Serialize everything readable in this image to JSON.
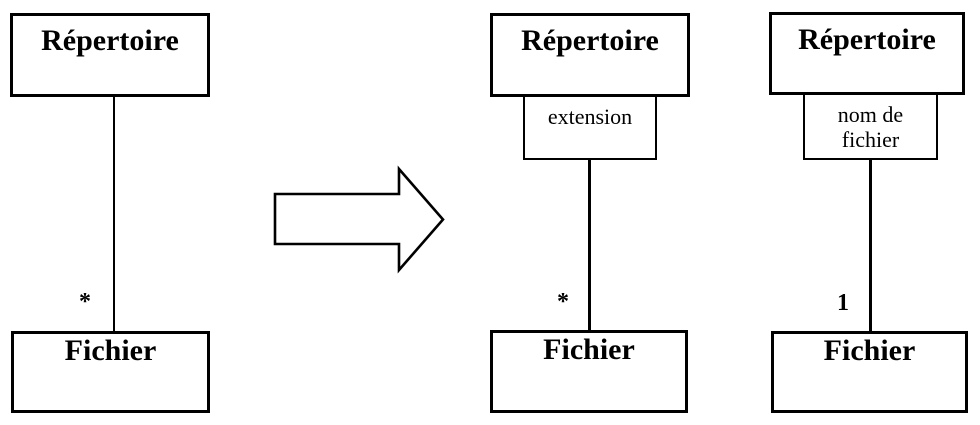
{
  "colors": {
    "background": "#ffffff",
    "border": "#000000",
    "line": "#000000",
    "text": "#000000"
  },
  "panels": {
    "left": {
      "top_class": "Répertoire",
      "bottom_class": "Fichier",
      "multiplicity": "*"
    },
    "middle": {
      "top_class": "Répertoire",
      "qualifier": "extension",
      "bottom_class": "Fichier",
      "multiplicity": "*"
    },
    "right": {
      "top_class": "Répertoire",
      "qualifier_lines": [
        "nom de",
        "fichier"
      ],
      "bottom_class": "Fichier",
      "multiplicity": "1"
    }
  },
  "arrow": {
    "description": "right-block-arrow"
  }
}
